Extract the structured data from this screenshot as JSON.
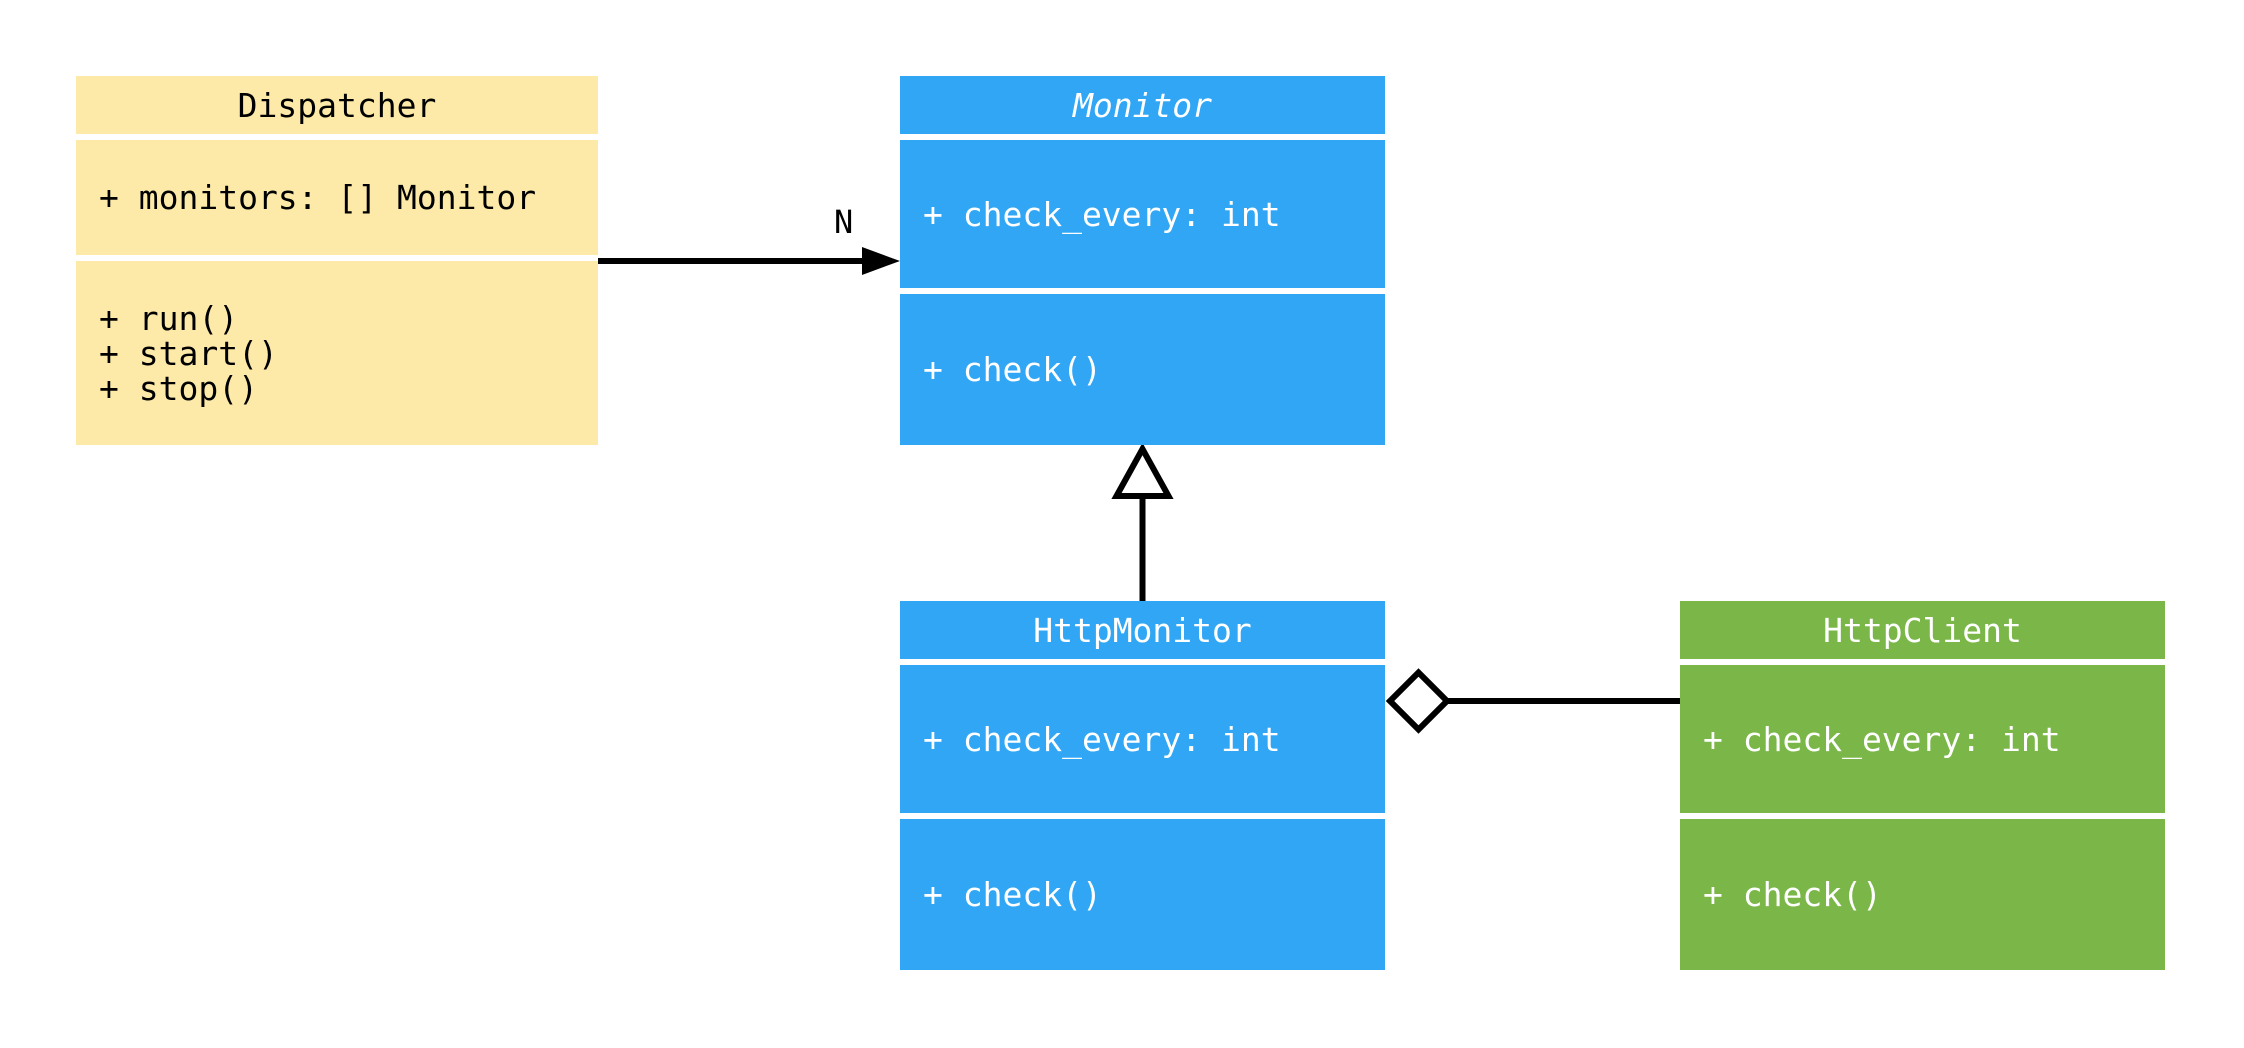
{
  "diagram": {
    "kind": "uml-class-diagram",
    "background": "#ffffff"
  },
  "colors": {
    "dispatcher_fill": "#FDEAA8",
    "monitor_fill": "#30A6F5",
    "http_monitor_fill": "#30A6F5",
    "http_client_fill": "#7AB648",
    "line": "#000000",
    "text_on_light": "#000000",
    "text_on_dark": "#ffffff"
  },
  "classes": [
    {
      "id": "dispatcher",
      "name": "Dispatcher",
      "abstract": false,
      "attributes": [
        "+ monitors: [] Monitor"
      ],
      "methods": [
        "+ run()",
        "+ start()",
        "+ stop()"
      ]
    },
    {
      "id": "monitor",
      "name": "Monitor",
      "abstract": true,
      "attributes": [
        "+ check_every: int"
      ],
      "methods": [
        "+ check()"
      ]
    },
    {
      "id": "http-monitor",
      "name": "HttpMonitor",
      "abstract": false,
      "attributes": [
        "+ check_every: int"
      ],
      "methods": [
        "+ check()"
      ]
    },
    {
      "id": "http-client",
      "name": "HttpClient",
      "abstract": false,
      "attributes": [
        "+ check_every: int"
      ],
      "methods": [
        "+ check()"
      ]
    }
  ],
  "relationships": {
    "association": {
      "type": "directed-association",
      "from": "Dispatcher",
      "to": "Monitor",
      "label": "N"
    },
    "generalization": {
      "type": "inheritance",
      "from": "HttpMonitor",
      "to": "Monitor"
    },
    "aggregation": {
      "type": "aggregation",
      "from": "HttpMonitor",
      "to": "HttpClient"
    }
  }
}
